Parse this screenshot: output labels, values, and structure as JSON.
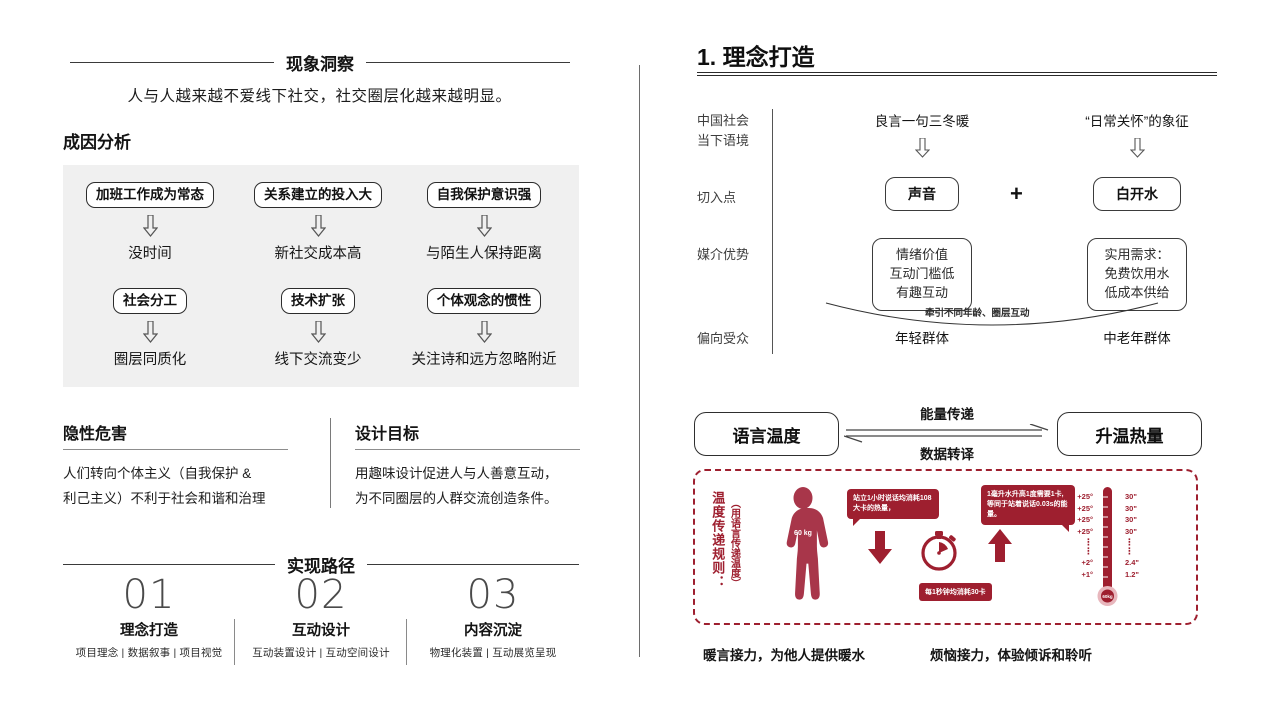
{
  "left": {
    "insight_title": "现象洞察",
    "insight_text": "人与人越来越不爱线下社交，社交圈层化越来越明显。",
    "cause_title": "成因分析",
    "cause_columns": [
      {
        "top": "加班工作成为常态",
        "result": "没时间",
        "top2": "社会分工",
        "result2": "圈层同质化"
      },
      {
        "top": "关系建立的投入大",
        "result": "新社交成本高",
        "top2": "技术扩张",
        "result2": "线下交流变少"
      },
      {
        "top": "自我保护意识强",
        "result": "与陌生人保持距离",
        "top2": "个体观念的惯性",
        "result2": "关注诗和远方忽略附近"
      }
    ],
    "harm_title": "隐性危害",
    "harm_line1": "人们转向个体主义（自我保护 &",
    "harm_line2": "利己主义）不利于社会和谐和治理",
    "goal_title": "设计目标",
    "goal_line1": "用趣味设计促进人与人善意互动，",
    "goal_line2": "为不同圈层的人群交流创造条件。",
    "path_title": "实现路径",
    "steps": [
      {
        "num": "01",
        "name": "理念打造",
        "sub": "项目理念 | 数据叙事 | 项目视觉"
      },
      {
        "num": "02",
        "name": "互动设计",
        "sub": "互动装置设计 | 互动空间设计"
      },
      {
        "num": "03",
        "name": "内容沉淀",
        "sub": "物理化装置 | 互动展览呈现"
      }
    ]
  },
  "right": {
    "title": "1. 理念打造",
    "matrix": {
      "row_labels": [
        "中国社会\n当下语境",
        "切入点",
        "媒介优势",
        "偏向受众"
      ],
      "row1_label_line1": "中国社会",
      "row1_label_line2": "当下语境",
      "row2_label": "切入点",
      "row3_label": "媒介优势",
      "row4_label": "偏向受众",
      "col_left": {
        "context": "良言一句三冬暖",
        "entry": "声音",
        "advantage": "情绪价值\n互动门槛低\n有趣互动",
        "advantage_l1": "情绪价值",
        "advantage_l2": "互动门槛低",
        "advantage_l3": "有趣互动",
        "audience": "年轻群体"
      },
      "col_right": {
        "context": "“日常关怀”的象征",
        "entry": "白开水",
        "advantage_l1": "实用需求：",
        "advantage_l2": "免费饮用水",
        "advantage_l3": "低成本供给",
        "audience": "中老年群体"
      },
      "plus": "+",
      "curve_label": "牵引不同年龄、圈层互动"
    },
    "flow": {
      "left_box": "语言温度",
      "right_box": "升温热量",
      "arrow_top": "能量传递",
      "arrow_bottom": "数据转译"
    },
    "infographic": {
      "vertical_main": "温度传递规则：",
      "vertical_sub": "（用语言传递温度）",
      "body_weight": "60 kg",
      "bubble1": "站立1小时说话均消耗108大卡的热量，",
      "bubble2": "1毫升水升高1度需要1卡,等同于站着说话0.03s的能量。",
      "tag": "每1秒钟均消耗30卡",
      "therm_left": [
        "+25°",
        "+25°",
        "+25°",
        "+25°",
        "",
        "+2°",
        "+1°"
      ],
      "therm_right": [
        "30\"",
        "30\"",
        "30\"",
        "30\"",
        "",
        "2.4\"",
        "1.2\""
      ],
      "therm_bulb": "60 kg"
    },
    "captions": [
      "暖言接力，为他人提供暖水",
      "烦恼接力，体验倾诉和聆听"
    ]
  },
  "colors": {
    "brand_red": "#9e1f2f",
    "figure_red": "#A8364A",
    "gray_panel": "#f0f0f0",
    "rule_gray": "#6d6d6d"
  }
}
